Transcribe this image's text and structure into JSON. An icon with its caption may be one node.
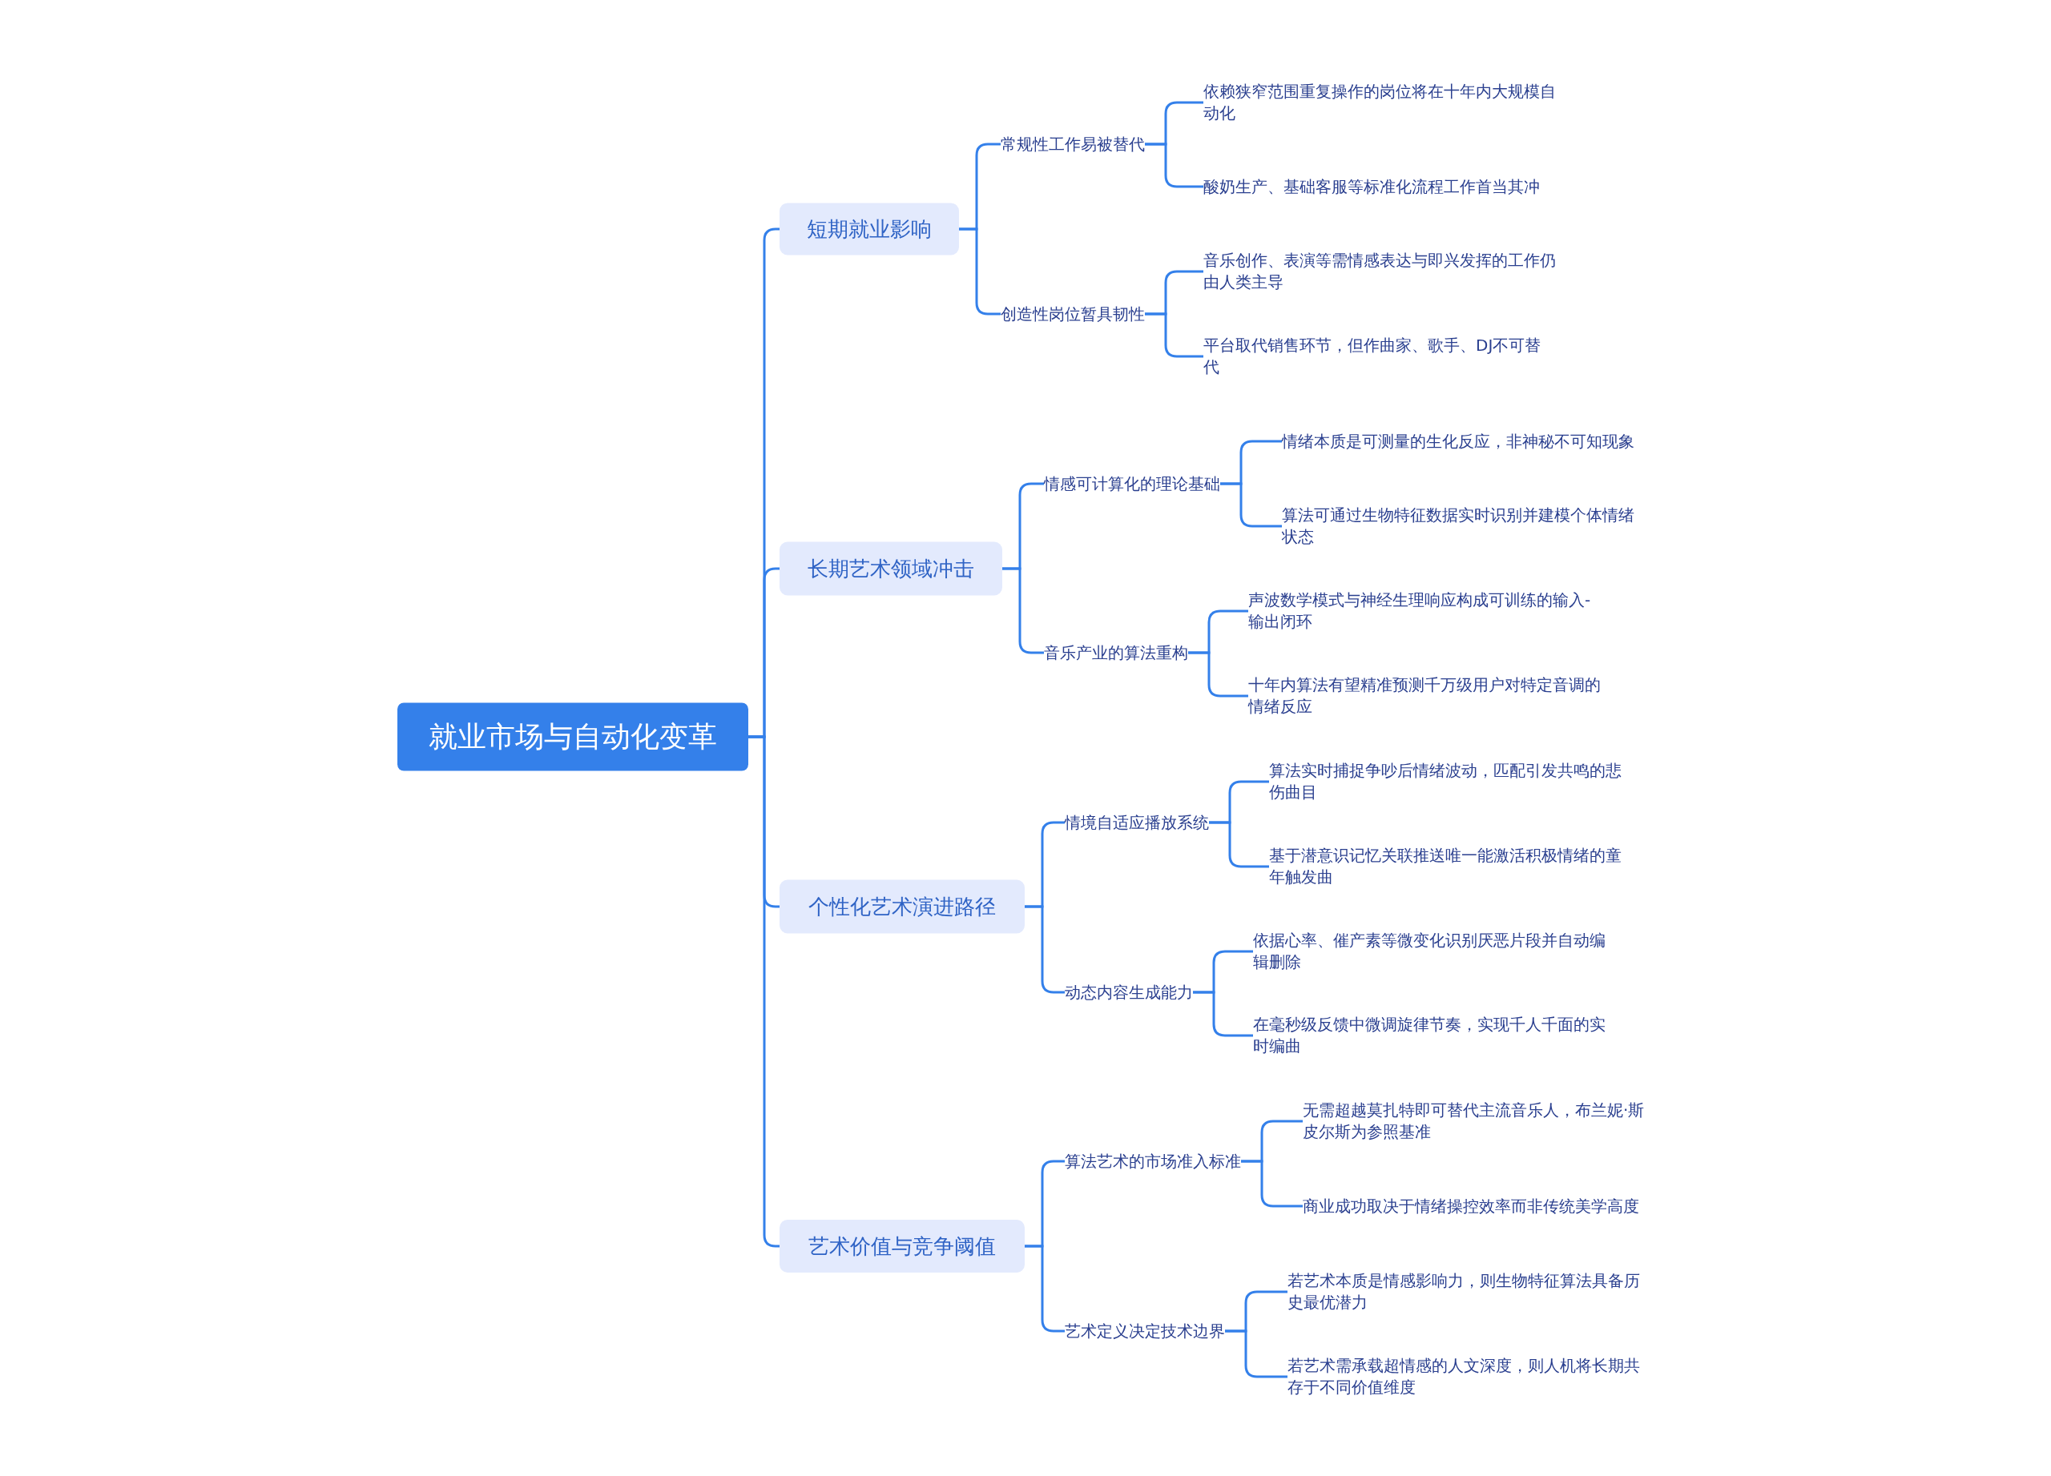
{
  "diagram": {
    "nodes": [
      {
        "text": [
          "就业市场与自动化变革"
        ]
      },
      {
        "text": [
          "短期就业影响"
        ]
      },
      {
        "text": [
          "常规性工作易被替代"
        ]
      },
      {
        "text": [
          "依赖狭窄范围重复操作的岗位将在十年内大规模自动化"
        ]
      },
      {
        "text": [
          "酸奶生产、基础客服等标准化流程工作首当其冲"
        ]
      },
      {
        "text": [
          "创造性岗位暂具韧性"
        ]
      },
      {
        "text": [
          "音乐创作、表演等需情感表达与即兴发挥的工作仍由人类主导"
        ]
      },
      {
        "text": [
          "平台取代销售环节，但作曲家、歌手、DJ不可替代"
        ]
      },
      {
        "text": [
          "长期艺术领域冲击"
        ]
      },
      {
        "text": [
          "情感可计算化的理论基础"
        ]
      },
      {
        "text": [
          "情绪本质是可测量的生化反应，非神秘不可知现象"
        ]
      },
      {
        "text": [
          "算法可通过生物特征数据实时识别并建模个体情绪状态"
        ]
      },
      {
        "text": [
          "音乐产业的算法重构"
        ]
      },
      {
        "text": [
          "声波数学模式与神经生理响应构成可训练的输入-输出闭环"
        ]
      },
      {
        "text": [
          "十年内算法有望精准预测千万级用户对特定音调的情绪反应"
        ]
      },
      {
        "text": [
          "个性化艺术演进路径"
        ]
      },
      {
        "text": [
          "情境自适应播放系统"
        ]
      },
      {
        "text": [
          "算法实时捕捉争吵后情绪波动，匹配引发共鸣的悲伤曲目"
        ]
      },
      {
        "text": [
          "基于潜意识记忆关联推送唯一能激活积极情绪的童年触发曲"
        ]
      },
      {
        "text": [
          "动态内容生成能力"
        ]
      },
      {
        "text": [
          "依据心率、催产素等微变化识别厌恶片段并自动编辑删除"
        ]
      },
      {
        "text": [
          "在毫秒级反馈中微调旋律节奏，实现千人千面的实时编曲"
        ]
      },
      {
        "text": [
          "艺术价值与竞争阈值"
        ]
      },
      {
        "text": [
          "算法艺术的市场准入标准"
        ]
      },
      {
        "text": [
          "无需超越莫扎特即可替代主流音乐人，布兰妮·斯皮尔斯为参照基准"
        ]
      },
      {
        "text": [
          "商业成功取决于情绪操控效率而非传统美学高度"
        ]
      },
      {
        "text": [
          "艺术定义决定技术边界"
        ]
      },
      {
        "text": [
          "若艺术本质是情感影响力，则生物特征算法具备历史最优潜力"
        ]
      },
      {
        "text": [
          "若艺术需承载超情感的人文深度，则人机将长期共存于不同价值维度"
        ]
      }
    ],
    "edges": [
      {
        "from": 0,
        "to": 1,
        "arrow": "none"
      },
      {
        "from": 1,
        "to": 2,
        "arrow": "none"
      },
      {
        "from": 2,
        "to": 3,
        "arrow": "none"
      },
      {
        "from": 2,
        "to": 4,
        "arrow": "none"
      },
      {
        "from": 1,
        "to": 5,
        "arrow": "none"
      },
      {
        "from": 5,
        "to": 6,
        "arrow": "none"
      },
      {
        "from": 5,
        "to": 7,
        "arrow": "none"
      },
      {
        "from": 0,
        "to": 8,
        "arrow": "none"
      },
      {
        "from": 8,
        "to": 9,
        "arrow": "none"
      },
      {
        "from": 9,
        "to": 10,
        "arrow": "none"
      },
      {
        "from": 9,
        "to": 11,
        "arrow": "none"
      },
      {
        "from": 8,
        "to": 12,
        "arrow": "none"
      },
      {
        "from": 12,
        "to": 13,
        "arrow": "none"
      },
      {
        "from": 12,
        "to": 14,
        "arrow": "none"
      },
      {
        "from": 0,
        "to": 15,
        "arrow": "none"
      },
      {
        "from": 15,
        "to": 16,
        "arrow": "none"
      },
      {
        "from": 16,
        "to": 17,
        "arrow": "none"
      },
      {
        "from": 16,
        "to": 18,
        "arrow": "none"
      },
      {
        "from": 15,
        "to": 19,
        "arrow": "none"
      },
      {
        "from": 19,
        "to": 20,
        "arrow": "none"
      },
      {
        "from": 19,
        "to": 21,
        "arrow": "none"
      },
      {
        "from": 0,
        "to": 22,
        "arrow": "none"
      },
      {
        "from": 22,
        "to": 23,
        "arrow": "none"
      },
      {
        "from": 23,
        "to": 24,
        "arrow": "none"
      },
      {
        "from": 23,
        "to": 25,
        "arrow": "none"
      },
      {
        "from": 22,
        "to": 26,
        "arrow": "none"
      },
      {
        "from": 26,
        "to": 27,
        "arrow": "none"
      },
      {
        "from": 26,
        "to": 28,
        "arrow": "none"
      }
    ]
  }
}
